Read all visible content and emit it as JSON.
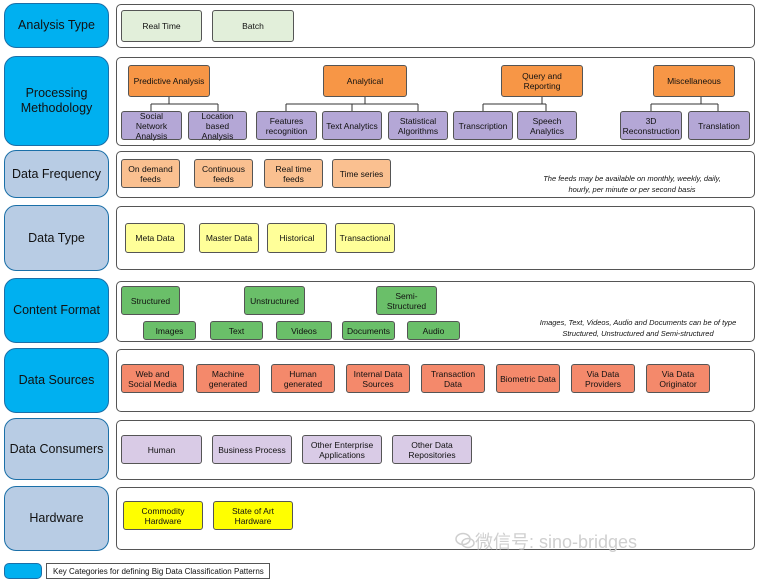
{
  "colors": {
    "cyan": "#00b0f0",
    "light_blue": "#b8cce4",
    "light_green": "#e2efda",
    "orange": "#f79646",
    "purple": "#b4a7d6",
    "peach": "#fac090",
    "light_yellow": "#ffff99",
    "green": "#6abf69",
    "salmon": "#f4896b",
    "lavender": "#d9cbe6",
    "yellow": "#ffff00"
  },
  "categories": [
    {
      "label": "Analysis Type"
    },
    {
      "label": "Processing Methodology"
    },
    {
      "label": "Data Frequency"
    },
    {
      "label": "Data Type"
    },
    {
      "label": "Content Format"
    },
    {
      "label": "Data Sources"
    },
    {
      "label": "Data Consumers"
    },
    {
      "label": "Hardware"
    }
  ],
  "analysis_type": [
    "Real Time",
    "Batch"
  ],
  "processing": {
    "predictive": "Predictive Analysis",
    "analytical": "Analytical",
    "query": "Query and Reporting",
    "misc": "Miscellaneous",
    "social": "Social Network Analysis",
    "location": "Location based Analysis",
    "features": "Features recognition",
    "text": "Text Analytics",
    "statistical": "Statistical Algorithms",
    "transcription": "Transcription",
    "speech": "Speech Analytics",
    "recon": "3D Reconstruction",
    "translation": "Translation"
  },
  "data_frequency": {
    "items": [
      "On demand feeds",
      "Continuous feeds",
      "Real time feeds",
      "Time series"
    ],
    "note": "The feeds may be available on monthly, weekly, daily, hourly, per minute or per second basis"
  },
  "data_type": [
    "Meta Data",
    "Master Data",
    "Historical",
    "Transactional"
  ],
  "content_format": {
    "structured": "Structured",
    "unstructured": "Unstructured",
    "semi": "Semi-Structured",
    "images": "Images",
    "text": "Text",
    "videos": "Videos",
    "documents": "Documents",
    "audio": "Audio",
    "note": "Images, Text, Videos, Audio and Documents can be of type Structured, Unstructured and Semi-structured"
  },
  "data_sources": [
    "Web and Social Media",
    "Machine generated",
    "Human generated",
    "Internal Data Sources",
    "Transaction Data",
    "Biometric Data",
    "Via Data Providers",
    "Via Data Originator"
  ],
  "data_consumers": [
    "Human",
    "Business Process",
    "Other Enterprise Applications",
    "Other Data Repositories"
  ],
  "hardware": [
    "Commodity Hardware",
    "State of Art Hardware"
  ],
  "legend": "Key Categories for defining Big Data Classification Patterns",
  "watermark": "微信号: sino-bridges"
}
